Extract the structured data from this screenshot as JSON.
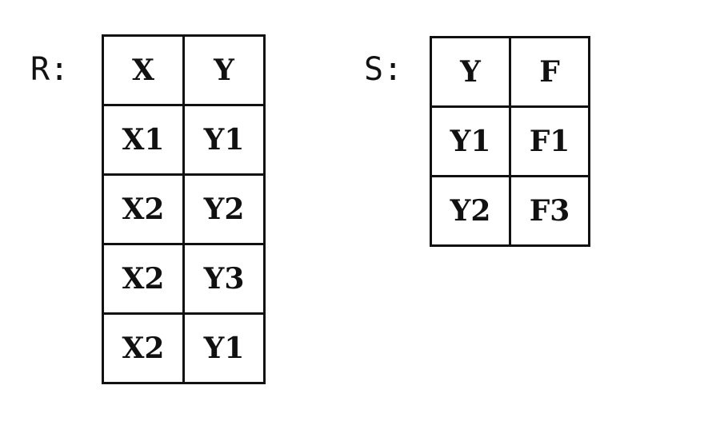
{
  "relation_r": {
    "label": "R:",
    "columns": [
      "X",
      "Y"
    ],
    "rows": [
      [
        "X1",
        "Y1"
      ],
      [
        "X2",
        "Y2"
      ],
      [
        "X2",
        "Y3"
      ],
      [
        "X2",
        "Y1"
      ]
    ]
  },
  "relation_s": {
    "label": "S:",
    "columns": [
      "Y",
      "F"
    ],
    "rows": [
      [
        "Y1",
        "F1"
      ],
      [
        "Y2",
        "F3"
      ]
    ]
  }
}
